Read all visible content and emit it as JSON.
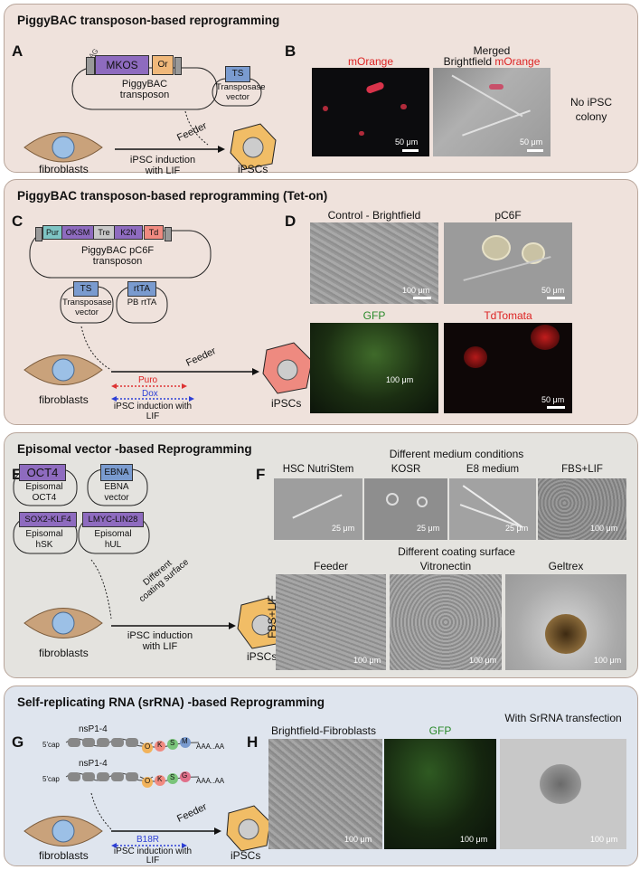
{
  "panels": {
    "p1": {
      "title": "PiggyBAC transposon-based reprogramming",
      "A": "A",
      "B": "B",
      "cag": "CAG",
      "mkos": "MKOS",
      "or": "Or",
      "pb_transposon": "PiggyBAC transposon",
      "ts": "TS",
      "transposase_vector": "Transposase vector",
      "feeder": "Feeder",
      "induction": "iPSC induction with LIF",
      "fibroblasts": "fibroblasts",
      "ipscs": "iPSCs",
      "morange": "mOrange",
      "merged_line1": "Merged",
      "merged_bf": "Brightfield",
      "merged_mo": "mOrange",
      "scale": "50 μm",
      "no_colony": "No iPSC colony"
    },
    "p2": {
      "title": "PiggyBAC transposon-based reprogramming (Tet-on)",
      "C": "C",
      "D": "D",
      "cassette": [
        "Pur",
        "OKSM",
        "Tre",
        "K2N",
        "Td"
      ],
      "pc6f_transposon": "PiggyBAC pC6F transposon",
      "ts": "TS",
      "transposase_vector": "Transposase vector",
      "rtta": "rtTA",
      "pb_rtta": "PB rtTA",
      "feeder": "Feeder",
      "puro": "Puro",
      "dox": "Dox",
      "induction": "iPSC induction with LIF",
      "fibroblasts": "fibroblasts",
      "ipscs": "iPSCs",
      "ctrl": "Control - Brightfield",
      "pc6f": "pC6F",
      "gfp": "GFP",
      "tdtomata": "TdTomata",
      "s100": "100 μm",
      "s50": "50 μm"
    },
    "p3": {
      "title": "Episomal vector -based Reprogramming",
      "E": "E",
      "F": "F",
      "oct4": "OCT4",
      "episomal_oct4": "Episomal OCT4",
      "ebna": "EBNA",
      "ebna_vector": "EBNA vector",
      "sk": "SOX2-KLF4",
      "episomal_hsk": "Episomal hSK",
      "ul": "LMYC-LIN28",
      "episomal_hul": "Episomal hUL",
      "coating": "Different coating surface",
      "induction": "iPSC induction with LIF",
      "fibroblasts": "fibroblasts",
      "ipscs": "iPSCs",
      "medium_header": "Different medium conditions",
      "media": [
        "HSC NutriStem",
        "KOSR",
        "E8 medium",
        "FBS+LIF"
      ],
      "media_scales": [
        "25 μm",
        "25 μm",
        "25 μm",
        "100 μm"
      ],
      "surface_header": "Different coating surface",
      "surfaces": [
        "Feeder",
        "Vitronectin",
        "Geltrex"
      ],
      "row_label": "FBS+LIF",
      "s100": "100 μm"
    },
    "p4": {
      "title": "Self-replicating RNA (srRNA) -based Reprogramming",
      "G": "G",
      "H": "H",
      "cap": "5'cap",
      "nsp": "nsP1-4",
      "genes1": [
        "O",
        "K",
        "S",
        "M"
      ],
      "genes2": [
        "O",
        "K",
        "S",
        "G"
      ],
      "polya": "AAA..AA",
      "feeder": "Feeder",
      "b18r": "B18R",
      "induction": "iPSC induction with LIF",
      "fibroblasts": "fibroblasts",
      "ipscs": "iPSCs",
      "bf": "Brightfield-Fibroblasts",
      "gfp": "GFP",
      "srrna": "With SrRNA transfection",
      "s100": "100 μm"
    }
  },
  "colors": {
    "p1_bg": "#efe2dc",
    "p2_bg": "#efe2dc",
    "p3_bg": "#e4e3df",
    "p4_bg": "#dfe5ee",
    "mkos": "#8e6bbf",
    "or": "#f0b87a",
    "ts": "#7a9bcf",
    "fibro": "#c9a27b",
    "ipsc": "#f1bd66",
    "ipsc_red": "#ee8a80",
    "red_text": "#d22",
    "green_text": "#2a8a2a",
    "blue_text": "#2d3fd6"
  }
}
